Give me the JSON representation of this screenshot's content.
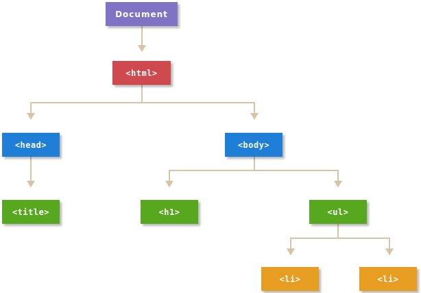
{
  "diagram": {
    "nodes": {
      "document": {
        "label": "Document",
        "color": "#8073c6"
      },
      "html": {
        "label": "<html>",
        "color": "#cf4a4e"
      },
      "head": {
        "label": "<head>",
        "color": "#1f7fd6"
      },
      "body": {
        "label": "<body>",
        "color": "#1f7fd6"
      },
      "title": {
        "label": "<title>",
        "color": "#58a81f"
      },
      "h1": {
        "label": "<h1>",
        "color": "#58a81f"
      },
      "ul": {
        "label": "<ul>",
        "color": "#58a81f"
      },
      "li_1": {
        "label": "<li>",
        "color": "#e69d22"
      },
      "li_2": {
        "label": "<li>",
        "color": "#e69d22"
      }
    },
    "edges": [
      [
        "document",
        "html"
      ],
      [
        "html",
        "head"
      ],
      [
        "html",
        "body"
      ],
      [
        "head",
        "title"
      ],
      [
        "body",
        "h1"
      ],
      [
        "body",
        "ul"
      ],
      [
        "ul",
        "li_1"
      ],
      [
        "ul",
        "li_2"
      ]
    ],
    "connector_color": "#d8c3a5"
  }
}
